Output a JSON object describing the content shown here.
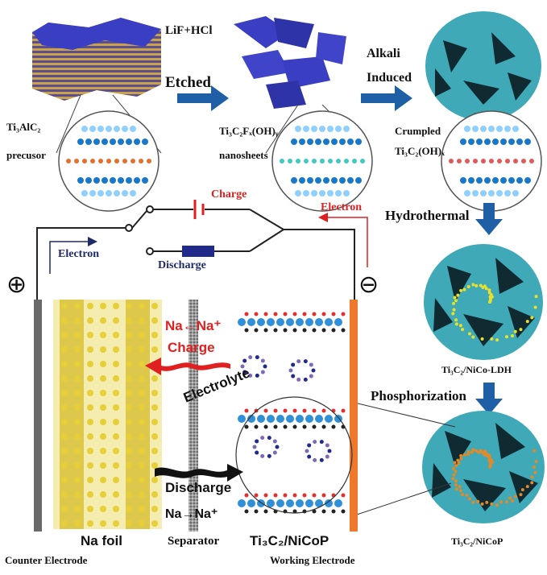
{
  "top": {
    "reagent_1": "LiF+HCl",
    "step_1": "Etched",
    "reagent_2": "Alkali",
    "step_2": "Induced",
    "precursor_formula": "Ti₃AlC₂",
    "precursor_word": "precusor",
    "nanosheets_formula": "Ti₃C₂Fₓ(OH)ᵧ",
    "nanosheets_word": "nanosheets",
    "crumpled_word": "Crumpled",
    "crumpled_formula": "Ti₃C₂(OH)ₓ"
  },
  "right": {
    "hydrothermal": "Hydrothermal",
    "ldh_label": "Ti₃C₂/NiCo-LDH",
    "phosphorization": "Phosphorization",
    "nicop_label": "Ti₃C₂/NiCoP"
  },
  "circuit": {
    "charge": "Charge",
    "discharge": "Discharge",
    "electron_left": "Electron",
    "electron_right": "Electron",
    "plus_symbol": "⊕",
    "minus_symbol": "⊖"
  },
  "cell": {
    "na_ion_top": "Na←Na⁺",
    "charge_arrow": "Charge",
    "electrolyte": "Electrolyte",
    "discharge_arrow": "Discharge",
    "na_ion_bottom": "Na→Na⁺",
    "na_foil": "Na foil",
    "counter_electrode": "Counter Electrode",
    "separator": "Separator",
    "working_material": "Ti₃C₂/NiCoP",
    "working_electrode": "Working Electrode"
  },
  "colors": {
    "sheet_blue": "#3a3ec2",
    "teal": "#3fa9b8",
    "arrow_blue": "#1f5fa6",
    "sodium_yellow": "#d8c23a",
    "electrode_orange": "#f0782a",
    "charge_red": "#e02020"
  }
}
